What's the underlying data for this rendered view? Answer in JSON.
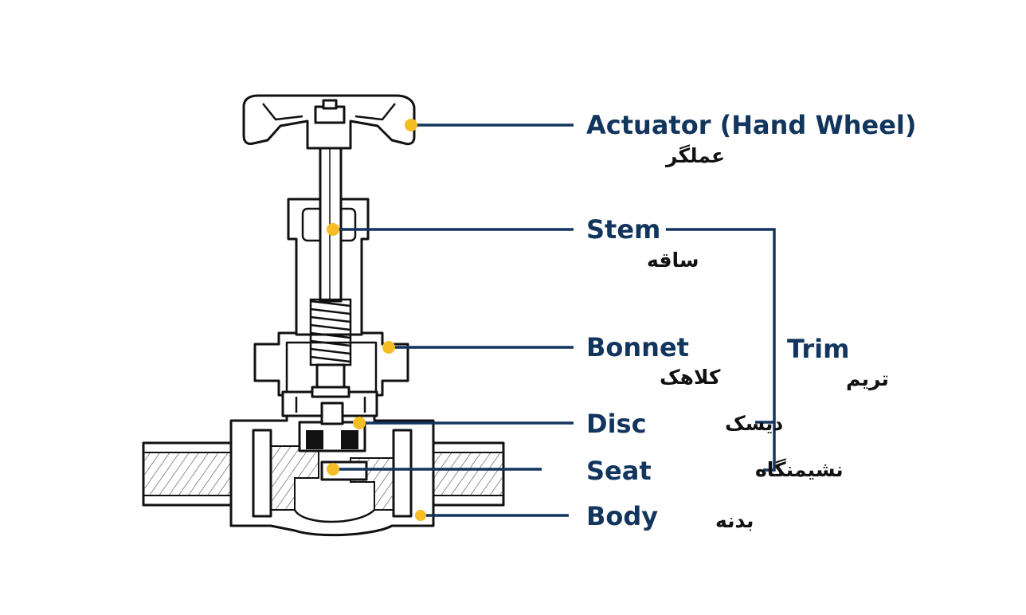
{
  "labels": {
    "actuator": {
      "en": "Actuator (Hand Wheel)",
      "fa": "عملگر"
    },
    "stem": {
      "en": "Stem",
      "fa": "ساقه"
    },
    "bonnet": {
      "en": "Bonnet",
      "fa": "کلاهک"
    },
    "disc": {
      "en": "Disc",
      "fa": "دیسک"
    },
    "seat": {
      "en": "Seat",
      "fa": "نشیمنگاه"
    },
    "body": {
      "en": "Body",
      "fa": "بدنه"
    },
    "trim": {
      "en": "Trim",
      "fa": "تریم"
    }
  },
  "colors": {
    "label": "#12355e",
    "marker": "#f5bd24",
    "outline": "#111111",
    "persian_text": "#111111"
  }
}
